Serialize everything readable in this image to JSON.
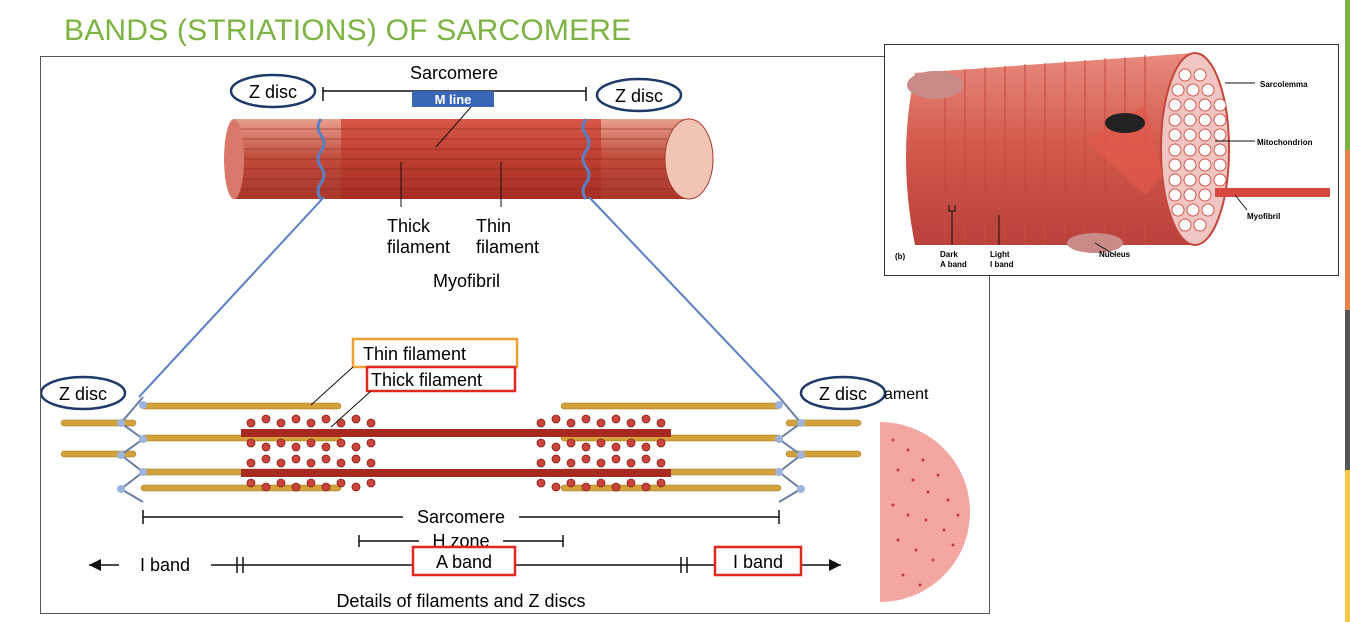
{
  "slide": {
    "title": "BANDS (STRIATIONS) OF SARCOMERE",
    "title_color": "#7cb342"
  },
  "diagram": {
    "top": {
      "sarcomere": "Sarcomere",
      "z_disc_left": "Z disc",
      "z_disc_right": "Z disc",
      "m_line": "M line",
      "thick_filament": [
        "Thick",
        "filament"
      ],
      "thin_filament": [
        "Thin",
        "filament"
      ],
      "myofibril": "Myofibril"
    },
    "bottom": {
      "thin_filament": "Thin filament",
      "thick_filament": "Thick filament",
      "z_disc_left": "Z disc",
      "z_disc_right": "Z disc",
      "partial_label": "ament",
      "sarcomere": "Sarcomere",
      "h_zone": "H zone",
      "i_band_left": "I band",
      "a_band": "A band",
      "i_band_right": "I band",
      "caption": "Details of filaments and Z discs"
    },
    "inset": {
      "panel": "(b)",
      "sarcolemma": "Sarcolemma",
      "mitochondrion": "Mitochondrion",
      "myofibril": "Myofibril",
      "nucleus": "Nucleus",
      "dark": [
        "Dark",
        "A band"
      ],
      "light": [
        "Light",
        "I band"
      ]
    },
    "colors": {
      "circle": "#1f3a68",
      "orange_box": "#f0a030",
      "red_box": "#e0281e",
      "m_line_box": "#3a67b5"
    }
  }
}
